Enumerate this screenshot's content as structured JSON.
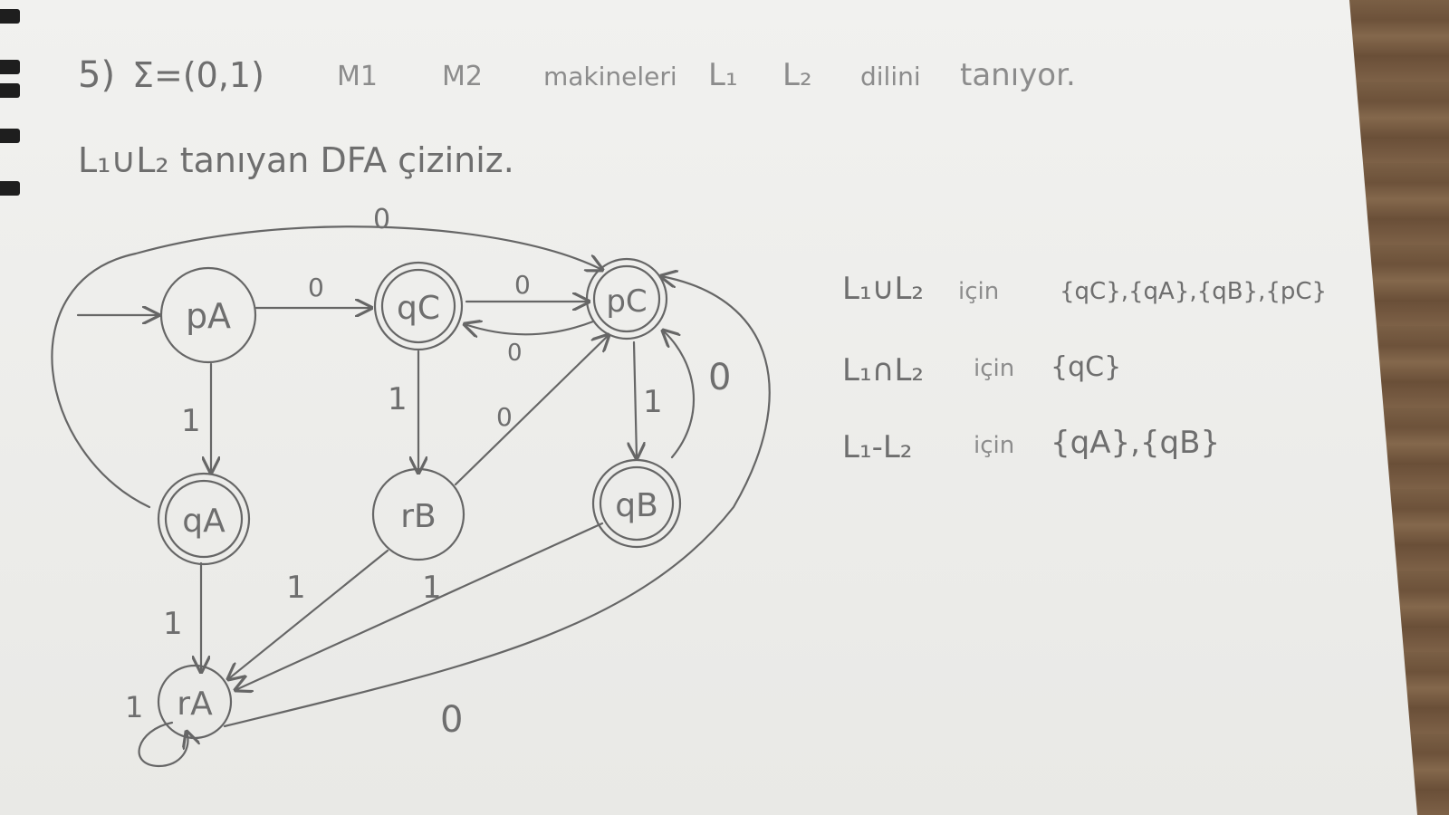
{
  "question": {
    "number": "5)",
    "alphabet": "Σ=(0,1)",
    "line1_words": [
      "M1",
      "M2",
      "makineleri",
      "L₁",
      "L₂",
      "dilini",
      "tanıyor."
    ],
    "line2": "L₁∪L₂ tanıyan DFA çiziniz."
  },
  "states": [
    {
      "id": "pA",
      "label": "pA",
      "accepting": false,
      "start": true
    },
    {
      "id": "qC",
      "label": "qC",
      "accepting": true,
      "start": false
    },
    {
      "id": "pC",
      "label": "pC",
      "accepting": true,
      "start": false
    },
    {
      "id": "qA",
      "label": "qA",
      "accepting": true,
      "start": false
    },
    {
      "id": "rB",
      "label": "rB",
      "accepting": false,
      "start": false
    },
    {
      "id": "qB",
      "label": "qB",
      "accepting": true,
      "start": false
    },
    {
      "id": "rA",
      "label": "rA",
      "accepting": false,
      "start": false
    }
  ],
  "transitions": [
    {
      "from": "pA",
      "to": "qC",
      "symbol": "0"
    },
    {
      "from": "qC",
      "to": "pC",
      "symbol": "0"
    },
    {
      "from": "pC",
      "to": "qC",
      "symbol": "0"
    },
    {
      "from": "qA",
      "to": "pC",
      "symbol": "0"
    },
    {
      "from": "pA",
      "to": "qA",
      "symbol": "1"
    },
    {
      "from": "qC",
      "to": "rB",
      "symbol": "1"
    },
    {
      "from": "rB",
      "to": "pC",
      "symbol": "0"
    },
    {
      "from": "pC",
      "to": "qB",
      "symbol": "1"
    },
    {
      "from": "qB",
      "to": "pC",
      "symbol": "0"
    },
    {
      "from": "qA",
      "to": "rA",
      "symbol": "1"
    },
    {
      "from": "rB",
      "to": "rA",
      "symbol": "1"
    },
    {
      "from": "qB",
      "to": "rA",
      "symbol": "1"
    },
    {
      "from": "rA",
      "to": "pC",
      "symbol": "0"
    },
    {
      "from": "rA",
      "to": "rA",
      "symbol": "1"
    }
  ],
  "answers": [
    {
      "op": "L₁∪L₂",
      "word": "için",
      "sets": "{qC},{qA},{qB},{pC}"
    },
    {
      "op": "L₁∩L₂",
      "word": "için",
      "sets": "{qC}"
    },
    {
      "op": "L₁-L₂",
      "word": "için",
      "sets": "{qA},{qB}"
    }
  ]
}
